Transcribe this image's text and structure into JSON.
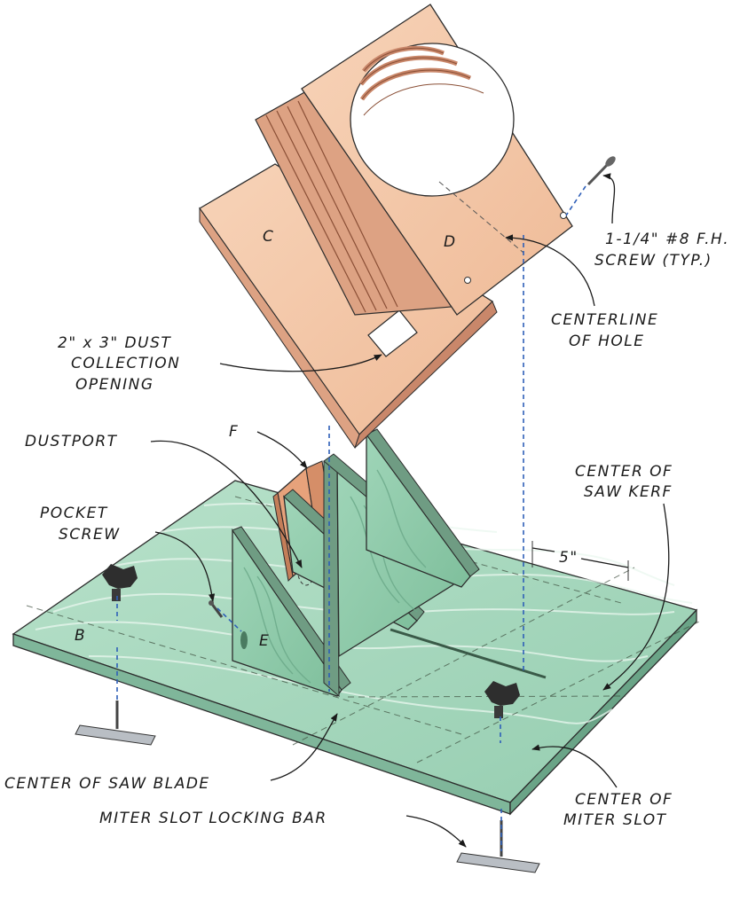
{
  "parts": {
    "b": "B",
    "c": "C",
    "d": "D",
    "e": "E",
    "f": "F"
  },
  "callouts": {
    "screw": [
      "1-1/4\" #8 F.H.",
      "SCREW (TYP.)"
    ],
    "centerline_hole": [
      "CENTERLINE",
      "OF HOLE"
    ],
    "dust_opening": [
      "2\" x 3\" DUST",
      "COLLECTION",
      "OPENING"
    ],
    "dustport": [
      "DUSTPORT"
    ],
    "center_kerf": [
      "CENTER OF",
      "SAW KERF"
    ],
    "pocket_screw": [
      "POCKET",
      "SCREW"
    ],
    "dimension": [
      "5\""
    ],
    "center_blade": [
      "CENTER OF SAW BLADE"
    ],
    "miter_bar": [
      "MITER SLOT LOCKING BAR"
    ],
    "center_miter": [
      "CENTER OF",
      "MITER SLOT"
    ]
  },
  "colors": {
    "wood_face": "#f2c5a6",
    "wood_side": "#dda283",
    "wood_edge": "#c9876a",
    "base_top": "#a9d8bf",
    "base_edge": "#7fb69a",
    "leader_blue": "#2e5fb8"
  }
}
